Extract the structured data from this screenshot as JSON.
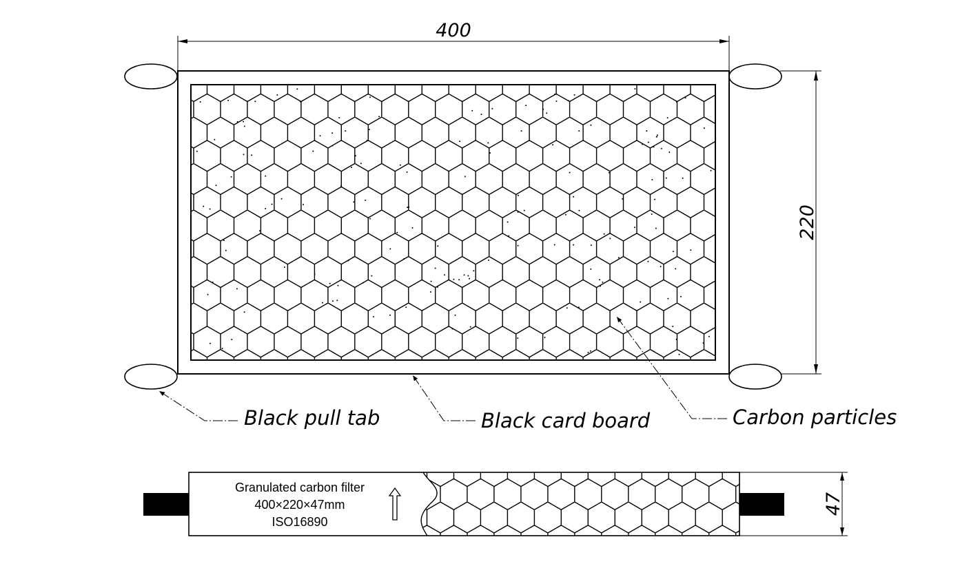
{
  "dimensions": {
    "width": "400",
    "height": "220",
    "depth": "47"
  },
  "callouts": {
    "pull_tab": "Black pull tab",
    "card_board": "Black card board",
    "carbon": "Carbon particles"
  },
  "side_label": {
    "line1": "Granulated carbon filter",
    "line2": "400×220×47mm",
    "line3": "ISO16890"
  },
  "colors": {
    "line": "#000000",
    "background": "#ffffff"
  }
}
